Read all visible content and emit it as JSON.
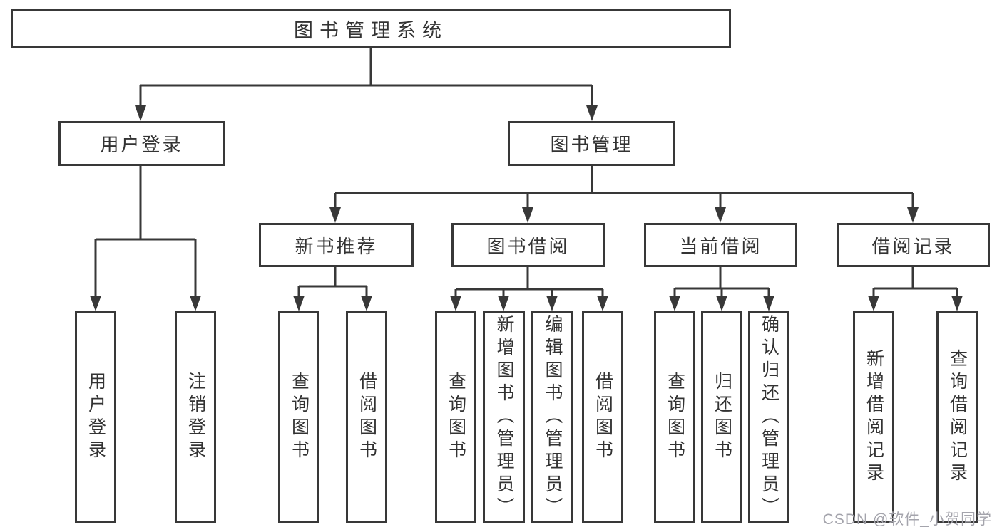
{
  "colors": {
    "line": "#383838",
    "text": "#333333",
    "watermark": "#a4a4ac",
    "bg": "#ffffff"
  },
  "watermark": {
    "text": "CSDN @软件_小贺同学"
  },
  "tree": {
    "label": "图书管理系统",
    "children": [
      {
        "label": "用户登录",
        "children": [
          {
            "label": "用户登录"
          },
          {
            "label": "注销登录"
          }
        ]
      },
      {
        "label": "图书管理",
        "children": [
          {
            "label": "新书推荐",
            "children": [
              {
                "label": "查询图书"
              },
              {
                "label": "借阅图书"
              }
            ]
          },
          {
            "label": "图书借阅",
            "children": [
              {
                "label": "查询图书"
              },
              {
                "label": "新增图书（管理员）"
              },
              {
                "label": "编辑图书（管理员）"
              },
              {
                "label": "借阅图书"
              }
            ]
          },
          {
            "label": "当前借阅",
            "children": [
              {
                "label": "查询图书"
              },
              {
                "label": "归还图书"
              },
              {
                "label": "确认归还（管理员）"
              }
            ]
          },
          {
            "label": "借阅记录",
            "children": [
              {
                "label": "新增借阅记录"
              },
              {
                "label": "查询借阅记录"
              }
            ]
          }
        ]
      }
    ]
  }
}
